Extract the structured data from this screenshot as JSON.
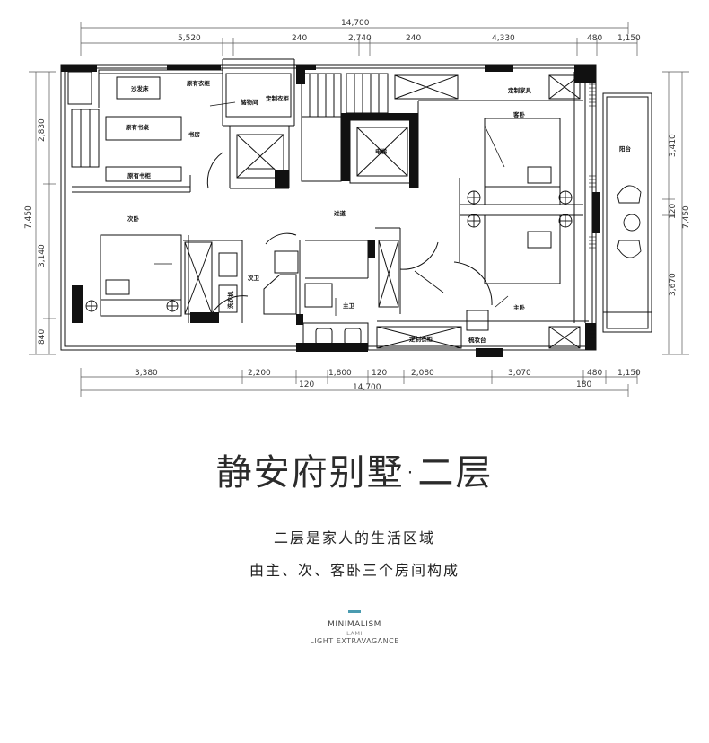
{
  "plan": {
    "dims_top_total": "14,700",
    "dims_top": [
      "5,520",
      "240",
      "2,740",
      "240",
      "4,330",
      "480",
      "1,150"
    ],
    "dims_bottom": [
      "3,380",
      "2,200",
      "1,800",
      "120",
      "2,080",
      "3,070",
      "480",
      "1,150"
    ],
    "dims_bottom_extra": [
      "120",
      "180"
    ],
    "dims_bottom_total": "14,700",
    "dims_left": [
      "2,830",
      "7,450",
      "3,140",
      "840"
    ],
    "dims_right": [
      "3,410",
      "120",
      "7,450",
      "3,670"
    ],
    "rooms": {
      "sofa_bed": "沙发床",
      "orig_wardrobe_top": "原有衣柜",
      "walkin": "储物间",
      "custom_cab_left": "定制衣柜",
      "custom_furniture": "定制家具",
      "guest_bedroom": "客卧",
      "desk": "原有书桌",
      "study": "书房",
      "elevator": "电梯",
      "bookshelf": "原有书柜",
      "balcony": "阳台",
      "second_bedroom": "次卧",
      "corridor": "过道",
      "second_bath": "次卫",
      "laundry": "洗衣机",
      "master_bath": "主卫",
      "master_bedroom": "主卧",
      "custom_cab_bottom": "定制衣柜",
      "dressing_table": "梳妆台"
    }
  },
  "title": "静安府别墅·二层",
  "subtitle_1": "二层是家人的生活区域",
  "subtitle_2": "由主、次、客卧三个房间构成",
  "accent_color": "#4a9bb0",
  "tag_1": "MINIMALISM",
  "tag_2": "LAMI",
  "tag_3": "LIGHT EXTRAVAGANCE"
}
